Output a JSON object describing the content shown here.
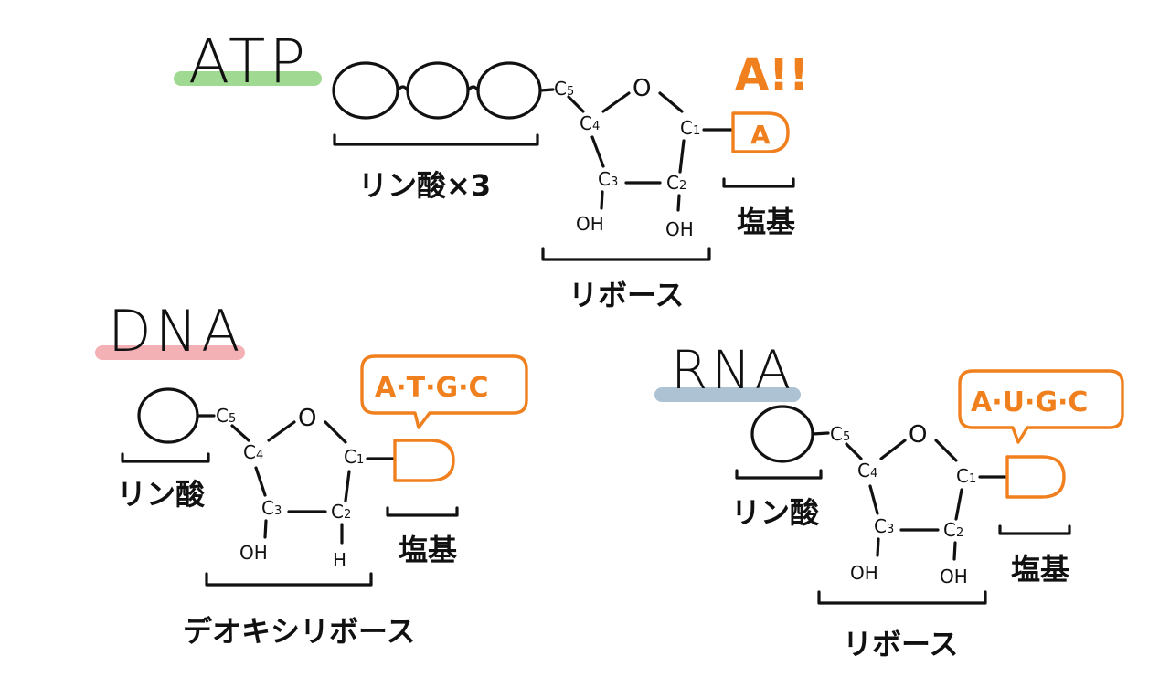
{
  "colors": {
    "ink": "#111111",
    "base_orange": "#f07f1e",
    "atp_highlight": "#8fd27e",
    "dna_highlight": "#f2a3a8",
    "rna_highlight": "#9fb9cc"
  },
  "atp": {
    "title": "ATP",
    "phosphate_label": "リン酸×3",
    "sugar_label": "リボース",
    "base_label": "塩基",
    "base_letter": "A",
    "base_callout": "A!!",
    "atoms": {
      "o": "O",
      "c1": "C",
      "c2": "C",
      "c3": "C",
      "c4": "C",
      "c5": "C",
      "oh_left": "OH",
      "oh_right": "OH"
    },
    "subs": {
      "c1": "1",
      "c2": "2",
      "c3": "3",
      "c4": "4",
      "c5": "5"
    }
  },
  "dna": {
    "title": "DNA",
    "phosphate_label": "リン酸",
    "sugar_label": "デオキシリボース",
    "base_label": "塩基",
    "base_bubble": "A·T·G·C",
    "atoms": {
      "o": "O",
      "c1": "C",
      "c2": "C",
      "c3": "C",
      "c4": "C",
      "c5": "C",
      "oh_left": "OH",
      "h_right": "H"
    },
    "subs": {
      "c1": "1",
      "c2": "2",
      "c3": "3",
      "c4": "4",
      "c5": "5"
    }
  },
  "rna": {
    "title": "RNA",
    "phosphate_label": "リン酸",
    "sugar_label": "リボース",
    "base_label": "塩基",
    "base_bubble": "A·U·G·C",
    "atoms": {
      "o": "O",
      "c1": "C",
      "c2": "C",
      "c3": "C",
      "c4": "C",
      "c5": "C",
      "oh_left": "OH",
      "oh_right": "OH"
    },
    "subs": {
      "c1": "1",
      "c2": "2",
      "c3": "3",
      "c4": "4",
      "c5": "5"
    }
  }
}
